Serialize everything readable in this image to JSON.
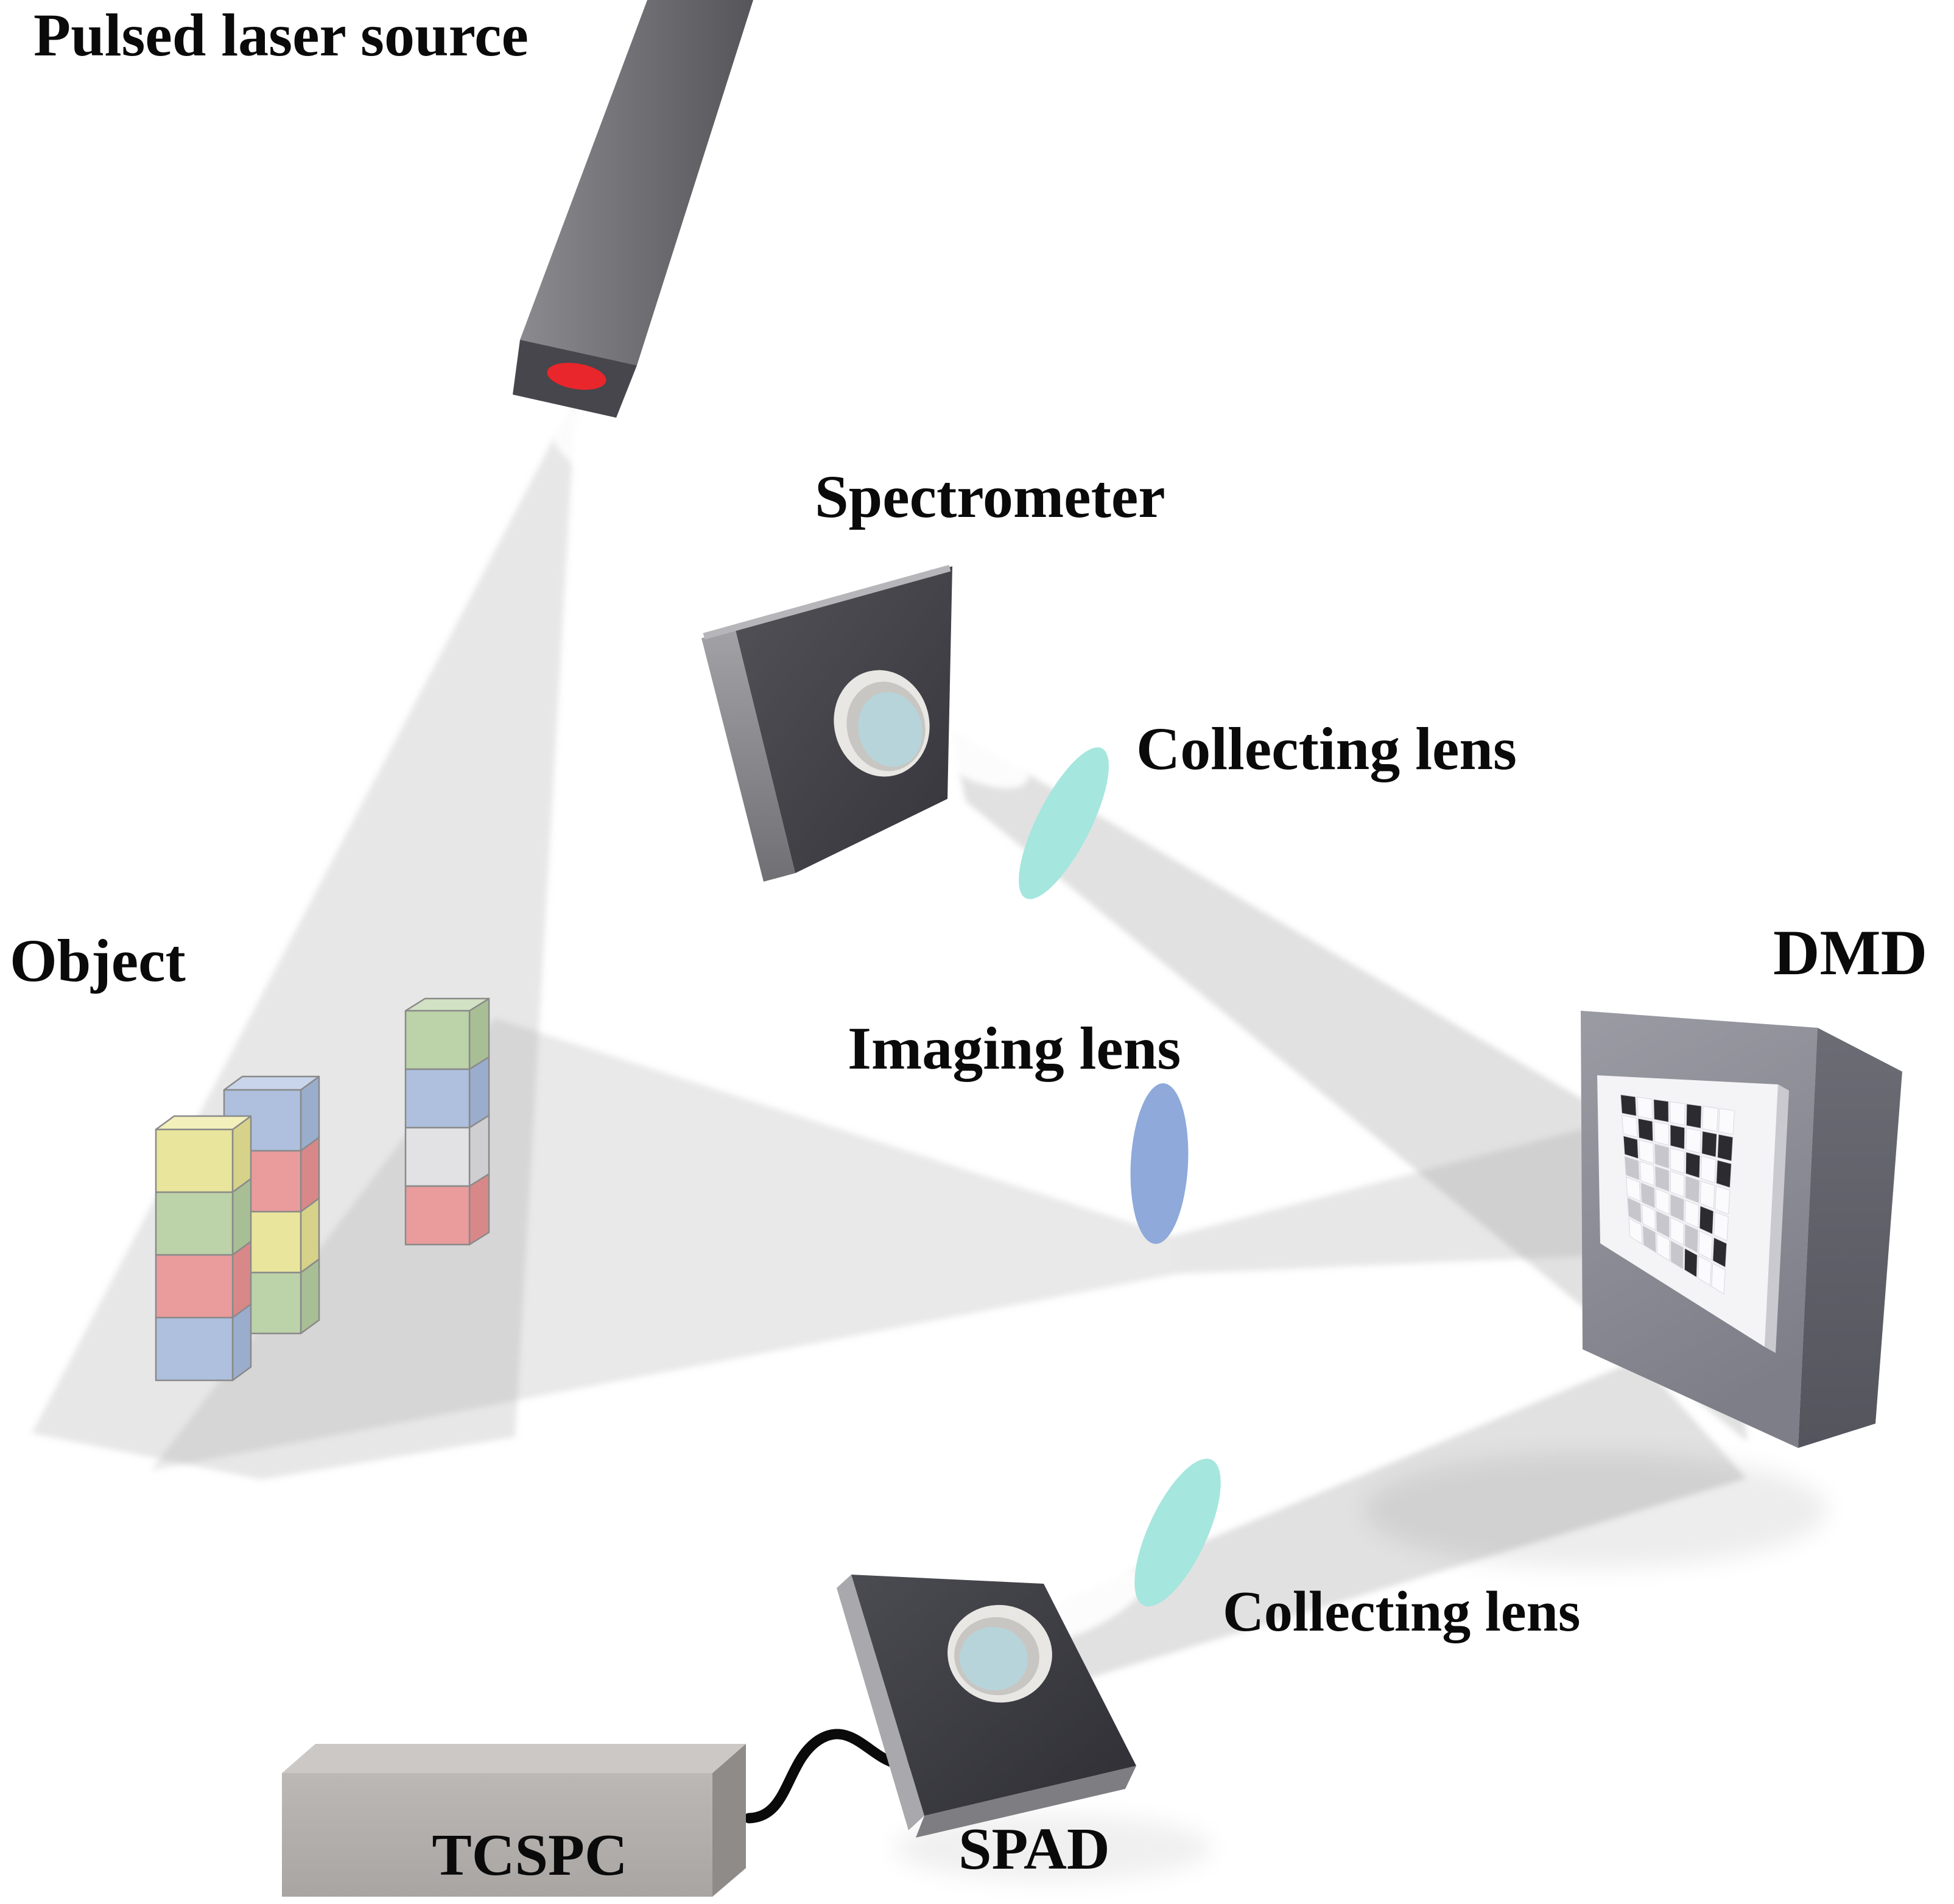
{
  "figure": {
    "title": "Single-pixel imaging optical setup diagram",
    "background": "#ffffff",
    "labels": {
      "laser": "Pulsed laser source",
      "spectrometer": "Spectrometer",
      "collecting_lens_top": "Collecting lens",
      "object": "Object",
      "imaging_lens": "Imaging lens",
      "dmd": "DMD",
      "collecting_lens_bottom": "Collecting lens",
      "tcspc": "TCSPC",
      "spad": "SPAD"
    },
    "colors": {
      "label_text": "#0a0a0a",
      "beam": "#9a9a9a",
      "laser_tip": "#46464c",
      "laser_dot": "#e8262b",
      "box_side_light": "#a9a9ad",
      "spad_bottom_edge": "#7d7d82",
      "lens_ring_outer": "#e9e7e3",
      "lens_ring_mid": "#c8c6c2",
      "lens_glass": "#b7d4db",
      "collecting_lens": "#a5e6de",
      "imaging_lens": "#8ea9da",
      "dmd_top": "#d3d3d7",
      "dmd_panel": "#f4f4f7",
      "dmd_panel_edge": "#c9c9cf",
      "tcspc_top": "#cbc8c5",
      "tcspc_side": "#8f8b88",
      "cable": "#0a0a0a",
      "cube_border": "#8a8a8a",
      "spectrometer_top_edge": "#b6b6ba"
    },
    "object_stacks": {
      "palette": {
        "y": {
          "face": "#e9e59c",
          "top": "#f3f0bc",
          "side": "#d6d289"
        },
        "g": {
          "face": "#bcd2a9",
          "top": "#d2e2c4",
          "side": "#a8bf95"
        },
        "r": {
          "face": "#ea9c9c",
          "top": "#f2bcbc",
          "side": "#d88888"
        },
        "b": {
          "face": "#aec0dd",
          "top": "#c8d5ea",
          "side": "#9aadcd"
        },
        "w": {
          "face": "#e2e2e4",
          "top": "#efeff1",
          "side": "#cfcfd2"
        }
      },
      "stacks": [
        {
          "name": "back",
          "colors": [
            "b",
            "r",
            "y",
            "g"
          ]
        },
        {
          "name": "front",
          "colors": [
            "y",
            "g",
            "r",
            "b"
          ]
        },
        {
          "name": "right",
          "colors": [
            "g",
            "b",
            "w",
            "r"
          ]
        }
      ]
    },
    "dmd": {
      "checker_rows": [
        "kwkwkww",
        "wkwkwkk",
        "kwgwkwk",
        "gwgwgww",
        "wgwgwkw",
        "gwgwgwk",
        "wgwgkww"
      ],
      "checker_colors": {
        "k": "#2b2b30",
        "w": "#fbfbfd",
        "g": "#c6c6cc"
      }
    }
  }
}
